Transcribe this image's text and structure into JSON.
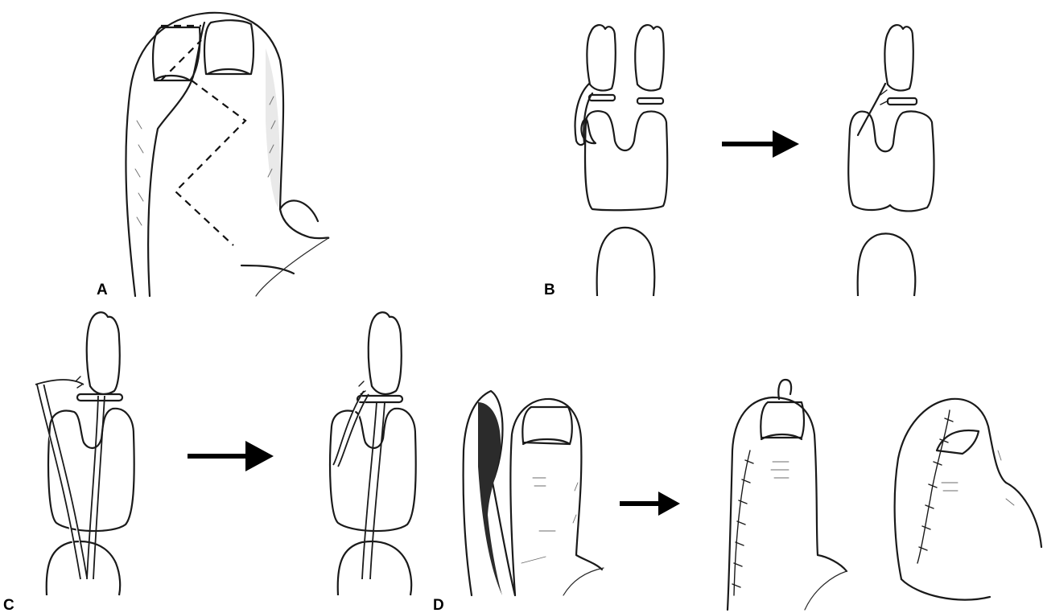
{
  "panels": [
    {
      "id": "A",
      "label": "A"
    },
    {
      "id": "B",
      "label": "B"
    },
    {
      "id": "C",
      "label": "C"
    },
    {
      "id": "D",
      "label": "D"
    }
  ],
  "colors": {
    "ink": "#1a1a1a",
    "background": "#ffffff",
    "shading": "#e9e9e9"
  }
}
